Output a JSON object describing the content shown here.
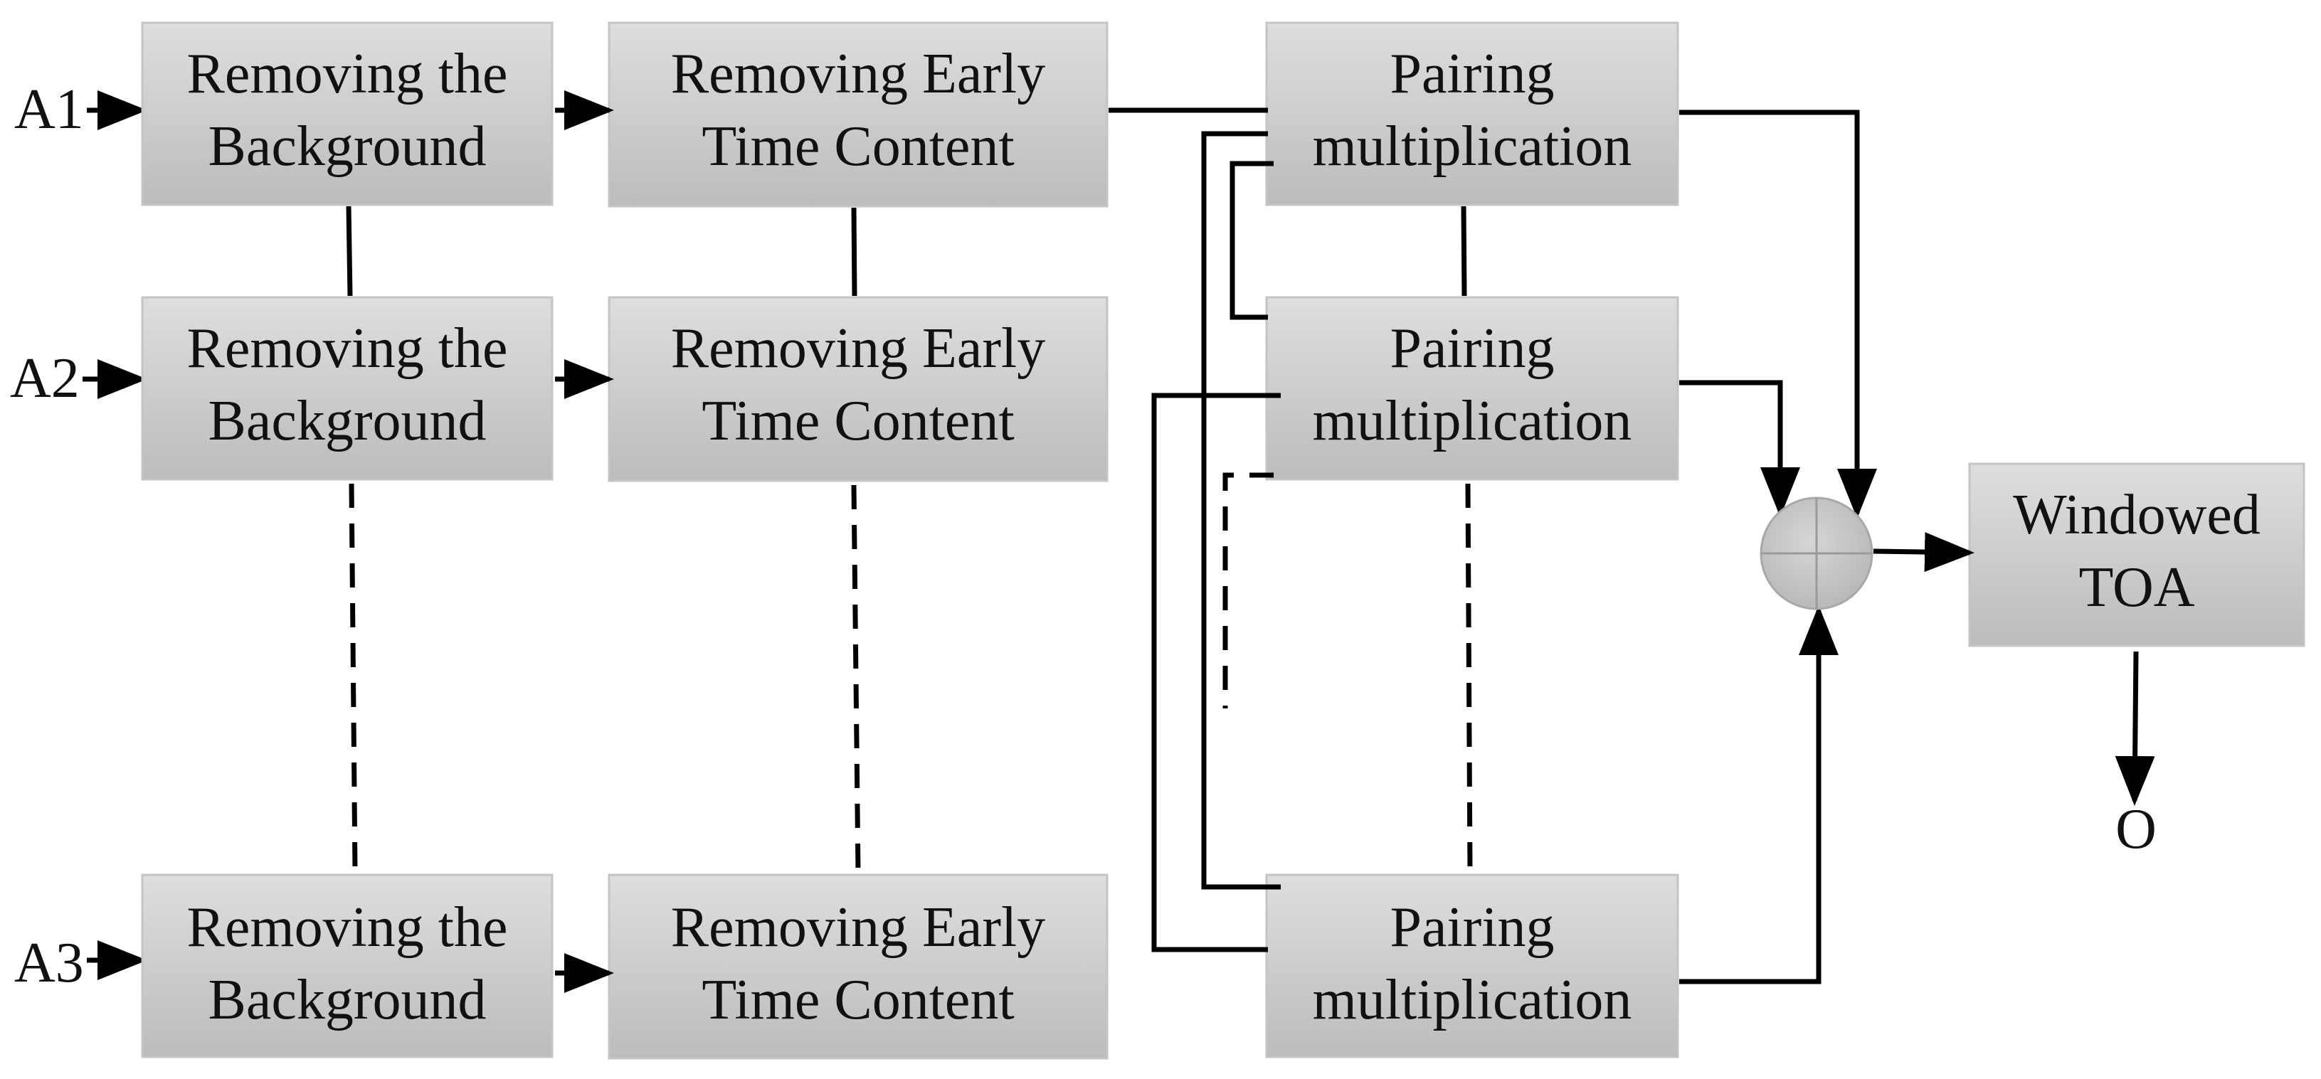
{
  "inputs": {
    "a1": "A1",
    "a2": "A2",
    "a3": "A3"
  },
  "output": "O",
  "boxes": {
    "background": {
      "line1": "Removing the",
      "line2": "Background"
    },
    "early_time": {
      "line1": "Removing Early",
      "line2": "Time Content"
    },
    "pairing": {
      "line1": "Pairing",
      "line2": "multiplication"
    },
    "windowed": {
      "line1": "Windowed",
      "line2": "TOA"
    }
  },
  "colors": {
    "box_fill_top": "#dcdcdc",
    "box_fill_bottom": "#bdbdbd",
    "line": "#000000",
    "text": "#111111"
  },
  "icons": {
    "sum_node": "summation-circle-icon",
    "arrow": "arrowhead-icon"
  }
}
